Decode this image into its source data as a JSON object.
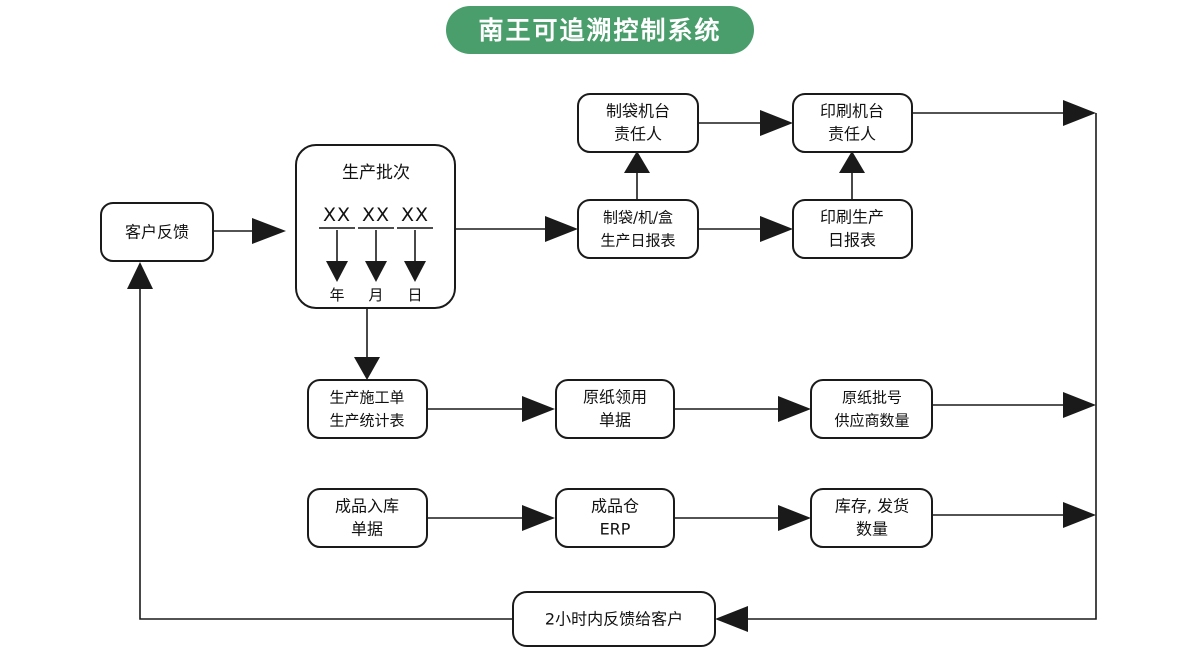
{
  "title": {
    "text": "南王可追溯控制系统",
    "background_color": "#4a9e6c",
    "text_color": "#ffffff"
  },
  "colors": {
    "node_stroke": "#1a1a1a",
    "node_fill": "#ffffff",
    "edge": "#1a1a1a",
    "accent": "#4a9e6c"
  },
  "nodes": {
    "customer_feedback": {
      "line1": "客户反馈"
    },
    "production_batch": {
      "title": "生产批次",
      "codes": [
        "XX",
        "XX",
        "XX"
      ],
      "units": [
        "年",
        "月",
        "日"
      ]
    },
    "bag_machine_owner": {
      "line1": "制袋机台",
      "line2": "责任人"
    },
    "print_machine_owner": {
      "line1": "印刷机台",
      "line2": "责任人"
    },
    "bag_daily_report": {
      "line1": "制袋/机/盒",
      "line2": "生产日报表"
    },
    "print_daily_report": {
      "line1": "印刷生产",
      "line2": "日报表"
    },
    "production_worksheet": {
      "line1": "生产施工单",
      "line2": "生产统计表"
    },
    "paper_requisition": {
      "line1": "原纸领用",
      "line2": "单据"
    },
    "paper_batch_supplier": {
      "line1": "原纸批号",
      "line2": "供应商数量"
    },
    "finished_goods_inbound": {
      "line1": "成品入库",
      "line2": "单据"
    },
    "finished_goods_warehouse": {
      "line1": "成品仓",
      "line2": "ERP"
    },
    "stock_shipment": {
      "line1": "库存, 发货",
      "line2": "数量"
    },
    "feedback_two_hours": {
      "line1": "2小时内反馈给客户"
    }
  },
  "chart_data": {
    "type": "diagram",
    "title": "南王可追溯控制系统",
    "flow_nodes": [
      "客户反馈",
      "生产批次 (XX XX XX → 年 月 日)",
      "制袋机台责任人",
      "印刷机台责任人",
      "制袋/机/盒生产日报表",
      "印刷生产日报表",
      "生产施工单 生产统计表",
      "原纸领用单据",
      "原纸批号供应商数量",
      "成品入库单据",
      "成品仓 ERP",
      "库存, 发货数量",
      "2小时内反馈给客户"
    ],
    "edges": [
      {
        "from": "客户反馈",
        "to": "生产批次"
      },
      {
        "from": "生产批次",
        "to": "制袋/机/盒生产日报表"
      },
      {
        "from": "生产批次",
        "to": "生产施工单 生产统计表"
      },
      {
        "from": "制袋/机/盒生产日报表",
        "to": "制袋机台责任人"
      },
      {
        "from": "制袋/机/盒生产日报表",
        "to": "印刷生产日报表"
      },
      {
        "from": "制袋机台责任人",
        "to": "印刷机台责任人"
      },
      {
        "from": "印刷生产日报表",
        "to": "印刷机台责任人"
      },
      {
        "from": "印刷机台责任人",
        "to": "右侧汇总线"
      },
      {
        "from": "生产施工单 生产统计表",
        "to": "原纸领用单据"
      },
      {
        "from": "原纸领用单据",
        "to": "原纸批号供应商数量"
      },
      {
        "from": "原纸批号供应商数量",
        "to": "右侧汇总线"
      },
      {
        "from": "成品入库单据",
        "to": "成品仓 ERP"
      },
      {
        "from": "成品仓 ERP",
        "to": "库存, 发货数量"
      },
      {
        "from": "库存, 发货数量",
        "to": "右侧汇总线"
      },
      {
        "from": "右侧汇总线",
        "to": "2小时内反馈给客户"
      },
      {
        "from": "2小时内反馈给客户",
        "to": "客户反馈"
      }
    ]
  }
}
